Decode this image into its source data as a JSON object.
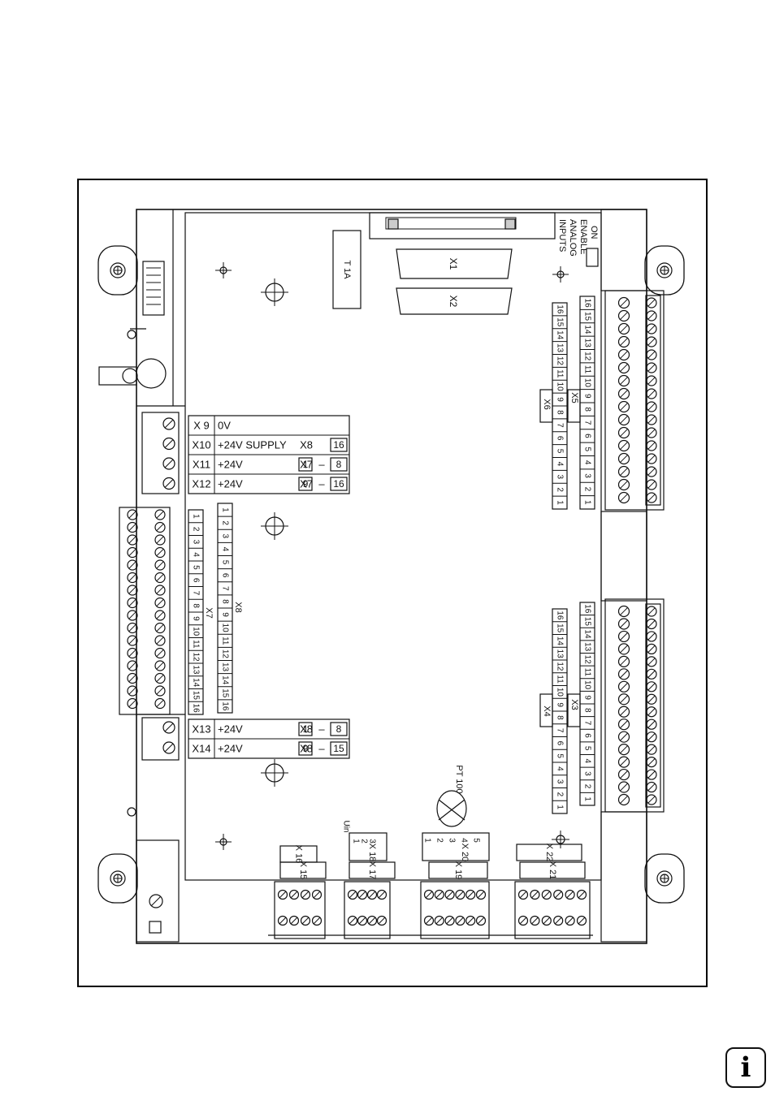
{
  "colors": {
    "ink": "#111111",
    "paper": "#ffffff",
    "shade": "#cccccc"
  },
  "top": {
    "indicator": {
      "on": "ON",
      "enable": "ENABLE",
      "analog": "ANALOG",
      "inputs": "INPUTS"
    },
    "fuse_label": "T 1A",
    "sub_d": [
      "X1",
      "X2"
    ]
  },
  "upper_right": {
    "x5_label": "X5",
    "x6_label": "X6",
    "x5_pins": [
      "1",
      "2",
      "3",
      "4",
      "5",
      "6",
      "7",
      "8",
      "9",
      "10",
      "11",
      "12",
      "13",
      "14",
      "15",
      "16"
    ],
    "x6_pins": [
      "1",
      "2",
      "3",
      "4",
      "5",
      "6",
      "7",
      "8",
      "9",
      "10",
      "11",
      "12",
      "13",
      "14",
      "15",
      "16"
    ]
  },
  "lower_right": {
    "x3_label": "X3",
    "x4_label": "X4",
    "x3_pins": [
      "1",
      "2",
      "3",
      "4",
      "5",
      "6",
      "7",
      "8",
      "9",
      "10",
      "11",
      "12",
      "13",
      "14",
      "15",
      "16"
    ],
    "x4_pins": [
      "1",
      "2",
      "3",
      "4",
      "5",
      "6",
      "7",
      "8",
      "9",
      "10",
      "11",
      "12",
      "13",
      "14",
      "15",
      "16"
    ]
  },
  "supply_table": [
    {
      "conn": "X 9",
      "desc": "0V",
      "target": "",
      "from": "",
      "dash": "",
      "to": ""
    },
    {
      "conn": "X10",
      "desc": "+24V SUPPLY",
      "target": "X8",
      "from": "",
      "dash": "",
      "to": "16"
    },
    {
      "conn": "X11",
      "desc": "+24V",
      "target": "X7",
      "from": "1",
      "dash": "–",
      "to": "8"
    },
    {
      "conn": "X12",
      "desc": "+24V",
      "target": "X7",
      "from": "9",
      "dash": "–",
      "to": "16"
    }
  ],
  "supply_table_2": [
    {
      "conn": "X13",
      "desc": "+24V",
      "target": "X8",
      "from": "1",
      "dash": "–",
      "to": "8"
    },
    {
      "conn": "X14",
      "desc": "+24V",
      "target": "X8",
      "from": "9",
      "dash": "–",
      "to": "15"
    }
  ],
  "left_block": {
    "x7_label": "X7",
    "x8_label": "X8",
    "x7_pins": [
      "1",
      "2",
      "3",
      "4",
      "5",
      "6",
      "7",
      "8",
      "9",
      "10",
      "11",
      "12",
      "13",
      "14",
      "15",
      "16"
    ],
    "x8_pins": [
      "1",
      "2",
      "3",
      "4",
      "5",
      "6",
      "7",
      "8",
      "9",
      "10",
      "11",
      "12",
      "13",
      "14",
      "15",
      "16"
    ]
  },
  "bottom_connectors": [
    {
      "name": "X 15"
    },
    {
      "name": "X 16"
    },
    {
      "name": "X 17"
    },
    {
      "name": "X 18"
    },
    {
      "name": "X 19"
    },
    {
      "name": "X 20"
    },
    {
      "name": "X 21"
    },
    {
      "name": "X 22"
    }
  ],
  "x18_pins": [
    "1",
    "2",
    "3"
  ],
  "x18_uin": "Uin",
  "x20_pins": [
    "1",
    "2",
    "3",
    "4",
    "5"
  ],
  "pt100": "PT 100",
  "info_icon": "info-icon",
  "info_glyph": "i"
}
